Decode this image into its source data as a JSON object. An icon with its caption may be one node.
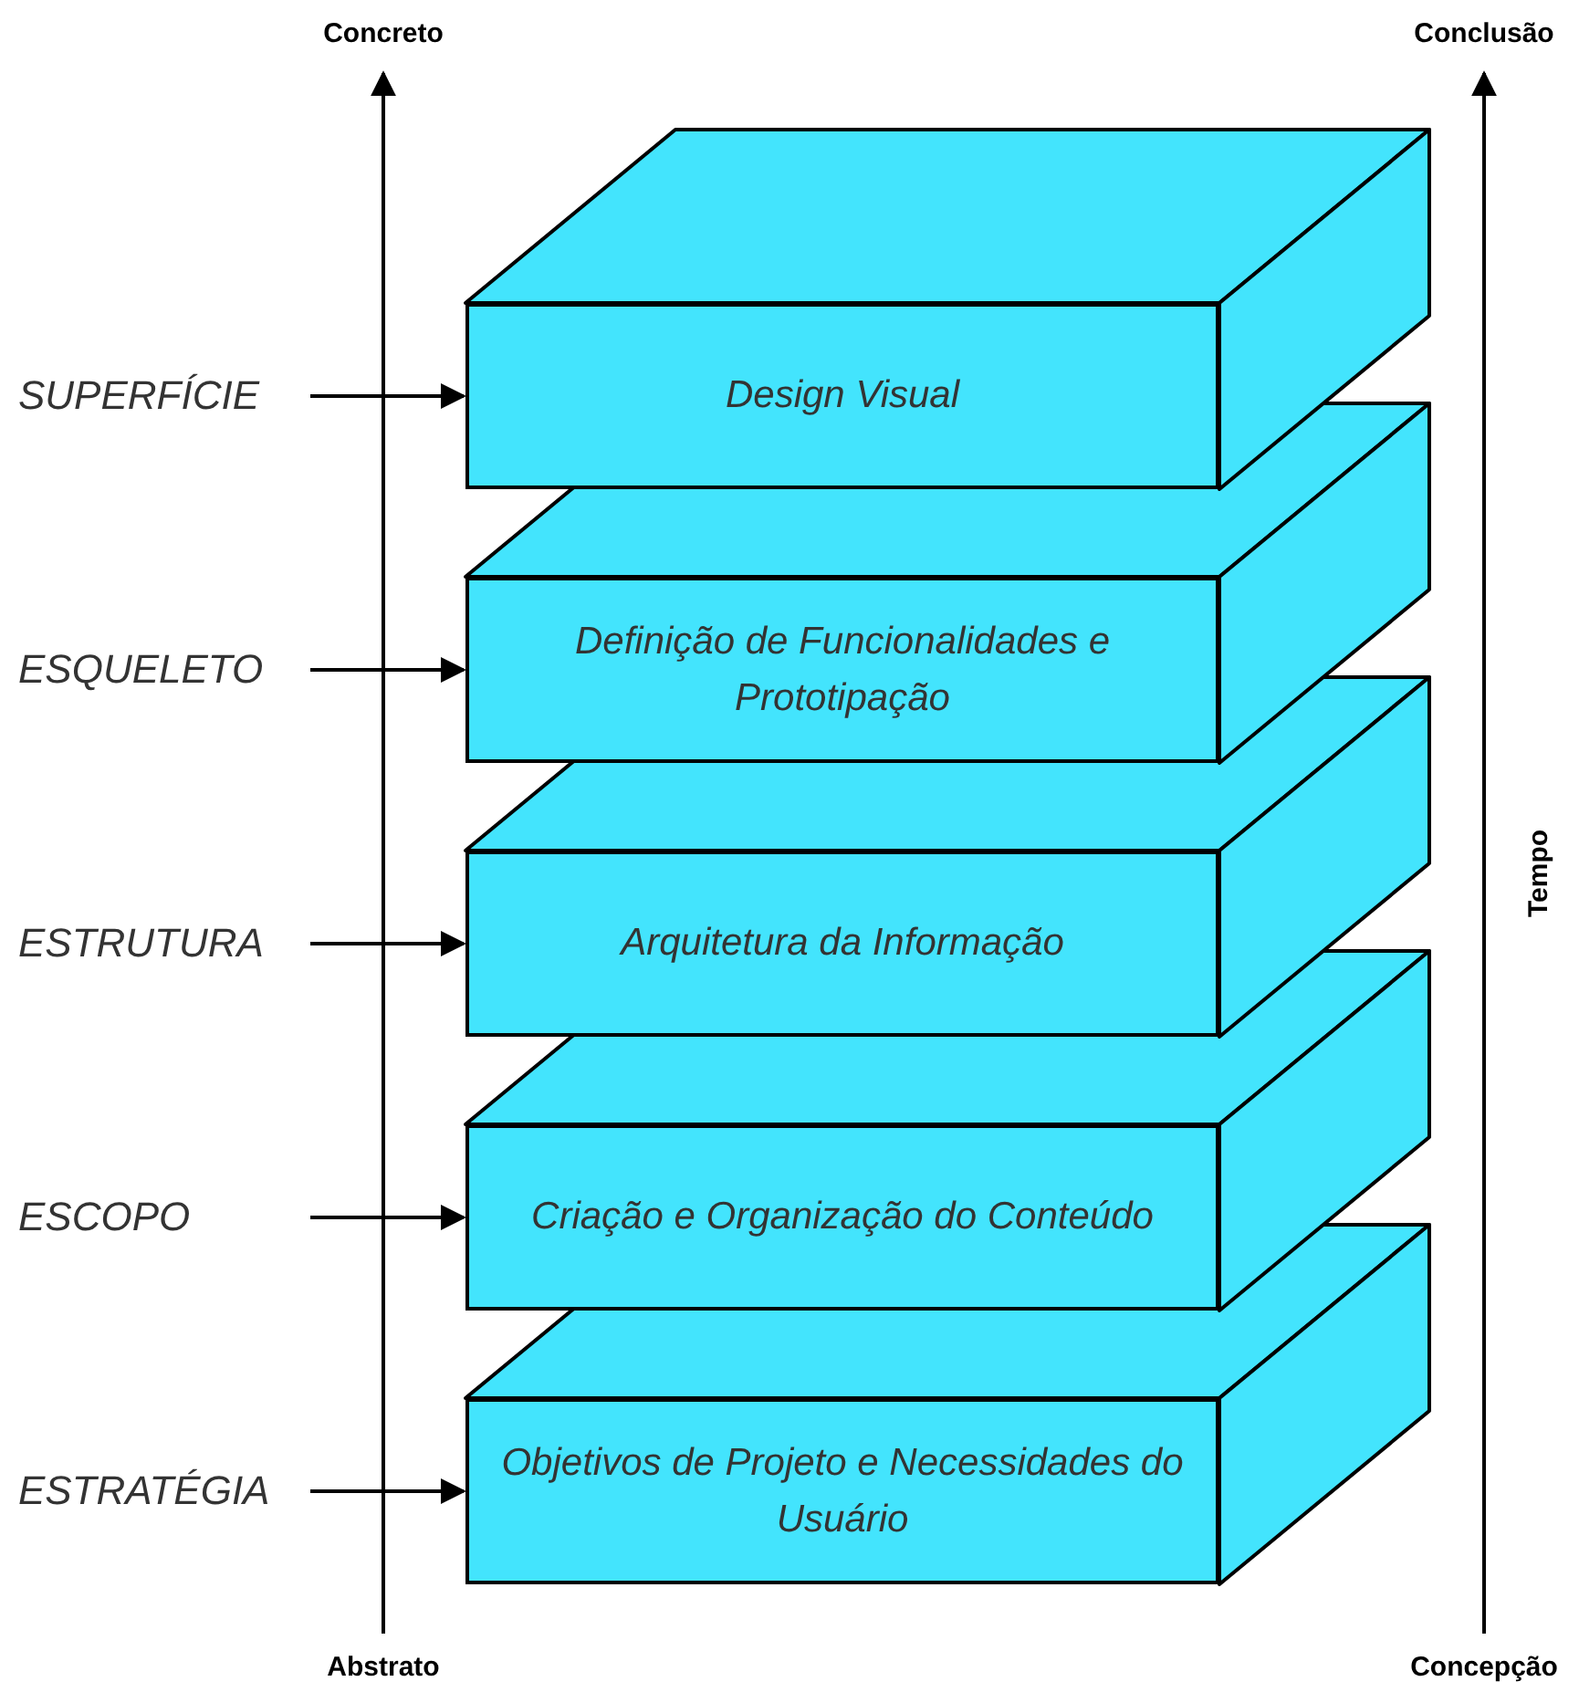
{
  "diagram": {
    "nodes": [
      {
        "text": [
          "Design Visual"
        ]
      },
      {
        "text": [
          "Definição de Funcionalidades e Prototipação"
        ]
      },
      {
        "text": [
          "Arquitetura da Informação"
        ]
      },
      {
        "text": [
          "Criação e Organização do Conteúdo"
        ]
      },
      {
        "text": [
          "Objetivos de Projeto e Necessidades do Usuário"
        ]
      },
      {
        "text": [
          "SUPERFÍCIE"
        ]
      },
      {
        "text": [
          "ESQUELETO"
        ]
      },
      {
        "text": [
          "ESTRUTURA"
        ]
      },
      {
        "text": [
          "ESCOPO"
        ]
      },
      {
        "text": [
          "ESTRATÉGIA"
        ]
      }
    ],
    "edges": [
      {
        "from": 5,
        "to": 0,
        "arrow": "to"
      },
      {
        "from": 6,
        "to": 1,
        "arrow": "to"
      },
      {
        "from": 7,
        "to": 2,
        "arrow": "to"
      },
      {
        "from": 8,
        "to": 3,
        "arrow": "to"
      },
      {
        "from": 9,
        "to": 4,
        "arrow": "to"
      }
    ],
    "labels": [
      "Concreto",
      "Conclusão",
      "Tempo",
      "Abstrato",
      "Concepção"
    ]
  }
}
